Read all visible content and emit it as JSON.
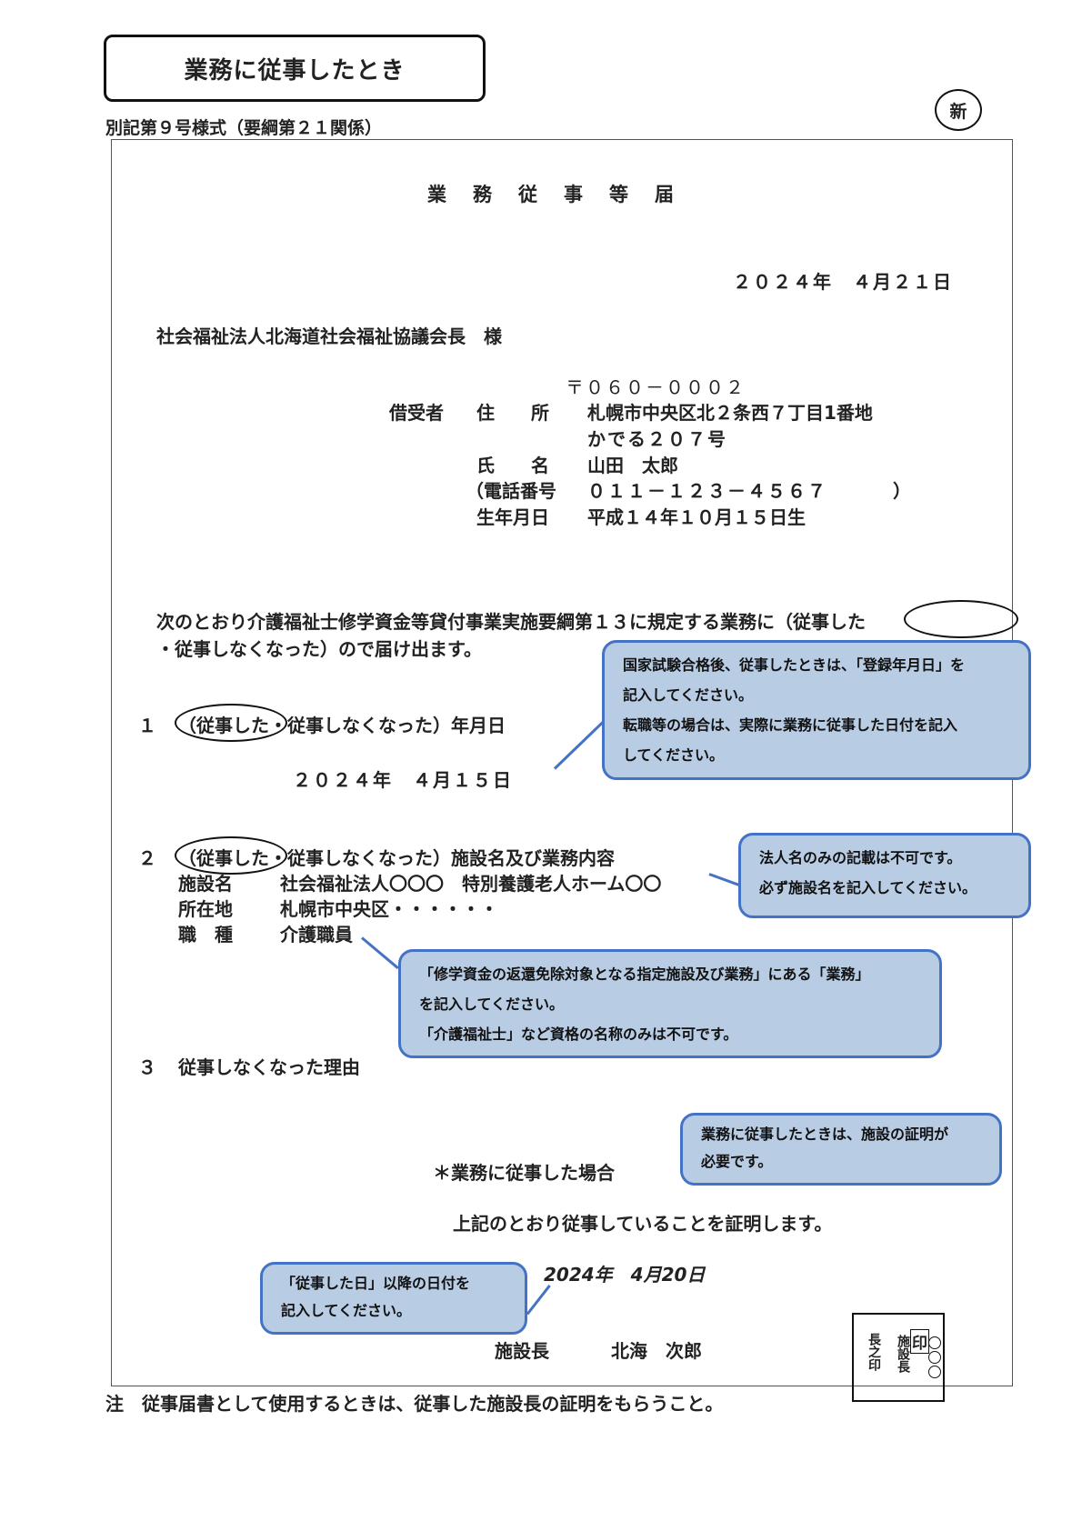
{
  "header_box": "業務に従事したとき",
  "new_badge": "新",
  "form_id": "別記第９号様式（要綱第２１関係）",
  "title": "業　務　従　事　等　届",
  "date": "２０２４年　４月２１日",
  "addressee": "社会福祉法人北海道社会福祉協議会長　様",
  "borrower": {
    "postal": "〒０６０－０００２",
    "label": "借受者",
    "address_label": "住　　所",
    "address_line1": "札幌市中央区北２条西７丁目1番地",
    "address_line2": "かでる２０７号",
    "name_label": "氏　　名",
    "name": "山田　太郎",
    "phone_label": "（電話番号",
    "phone": "０１１－１２３－４５６７",
    "phone_close": "）",
    "birth_label": "生年月日",
    "birth": "平成１４年１０月１５日生"
  },
  "intro": {
    "line1_pre": "次のとおり介護福祉士修学資金等貸付事業実施要綱第１３に規定する業務に（",
    "line1_circled": "従事した",
    "line2": "・従事しなくなった）ので届け出ます。"
  },
  "item1": {
    "num": "１",
    "open": "（",
    "circled": "従事した",
    "rest": "・従事しなくなった）年月日",
    "date": "２０２４年　４月１５日"
  },
  "item2": {
    "num": "２",
    "open": "（",
    "circled": "従事した",
    "rest": "・従事しなくなった）施設名及び業務内容",
    "facility_label": "施設名",
    "facility": "社会福祉法人〇〇〇　特別養護老人ホーム〇〇",
    "location_label": "所在地",
    "location": "札幌市中央区・・・・・・",
    "job_label": "職　種",
    "job": "介護職員"
  },
  "item3": {
    "num": "３",
    "label": "従事しなくなった理由"
  },
  "certification": {
    "case_label": "＊業務に従事した場合",
    "statement": "上記のとおり従事していることを証明します。",
    "date": "2024年　4月20日",
    "director_label": "施設長",
    "director_name": "北海　次郎"
  },
  "stamp": {
    "col1": "施設長",
    "col2": "長之印",
    "seal": "印"
  },
  "note": "注　従事届書として使用するときは、従事した施設長の証明をもらうこと。",
  "callouts": {
    "c1_l1": "国家試験合格後、従事したときは、「登録年月日」を",
    "c1_l2": "記入してください。",
    "c1_l3": "転職等の場合は、実際に業務に従事した日付を記入",
    "c1_l4": "してください。",
    "c2_l1": "法人名のみの記載は不可です。",
    "c2_l2": "必ず施設名を記入してください。",
    "c3_l1": "「修学資金の返還免除対象となる指定施設及び業務」にある「業務」",
    "c3_l2": "を記入してください。",
    "c3_l3": "「介護福祉士」など資格の名称のみは不可です。",
    "c4_l1": "業務に従事したときは、施設の証明が",
    "c4_l2": "必要です。",
    "c5_l1": "「従事した日」以降の日付を",
    "c5_l2": "記入してください。"
  },
  "colors": {
    "callout_fill": "#b8cce4",
    "callout_border": "#4472c4"
  }
}
